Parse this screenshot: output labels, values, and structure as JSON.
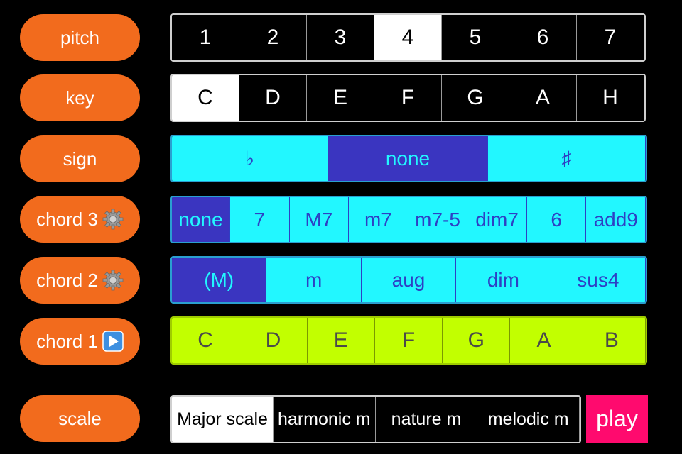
{
  "labels": {
    "pitch": "pitch",
    "key": "key",
    "sign": "sign",
    "chord3": "chord 3",
    "chord2": "chord 2",
    "chord1": "chord 1",
    "scale": "scale"
  },
  "pitch": {
    "options": [
      "1",
      "2",
      "3",
      "4",
      "5",
      "6",
      "7"
    ],
    "selected": "4"
  },
  "key": {
    "options": [
      "C",
      "D",
      "E",
      "F",
      "G",
      "A",
      "H"
    ],
    "selected": "C"
  },
  "sign": {
    "options": [
      "♭",
      "none",
      "♯"
    ],
    "selected": "none"
  },
  "chord3": {
    "options": [
      "none",
      "7",
      "M7",
      "m7",
      "m7-5",
      "dim7",
      "6",
      "add9"
    ],
    "selected": "none"
  },
  "chord2": {
    "options": [
      "(M)",
      "m",
      "aug",
      "dim",
      "sus4"
    ],
    "selected": "(M)"
  },
  "chord1": {
    "options": [
      "C",
      "D",
      "E",
      "F",
      "G",
      "A",
      "B"
    ]
  },
  "scale": {
    "options": [
      "Major scale",
      "harmonic m",
      "nature m",
      "melodic m"
    ],
    "selected": "Major scale"
  },
  "play_label": "play",
  "icons": {
    "chord3": "gear-icon",
    "chord2": "gear-icon",
    "chord1": "play-icon"
  },
  "colors": {
    "label_orange": "#f26b1d",
    "cyan": "#22f7ff",
    "indigo": "#3a35c0",
    "lime": "#c2ff00",
    "play_pink": "#ff0a6e"
  }
}
